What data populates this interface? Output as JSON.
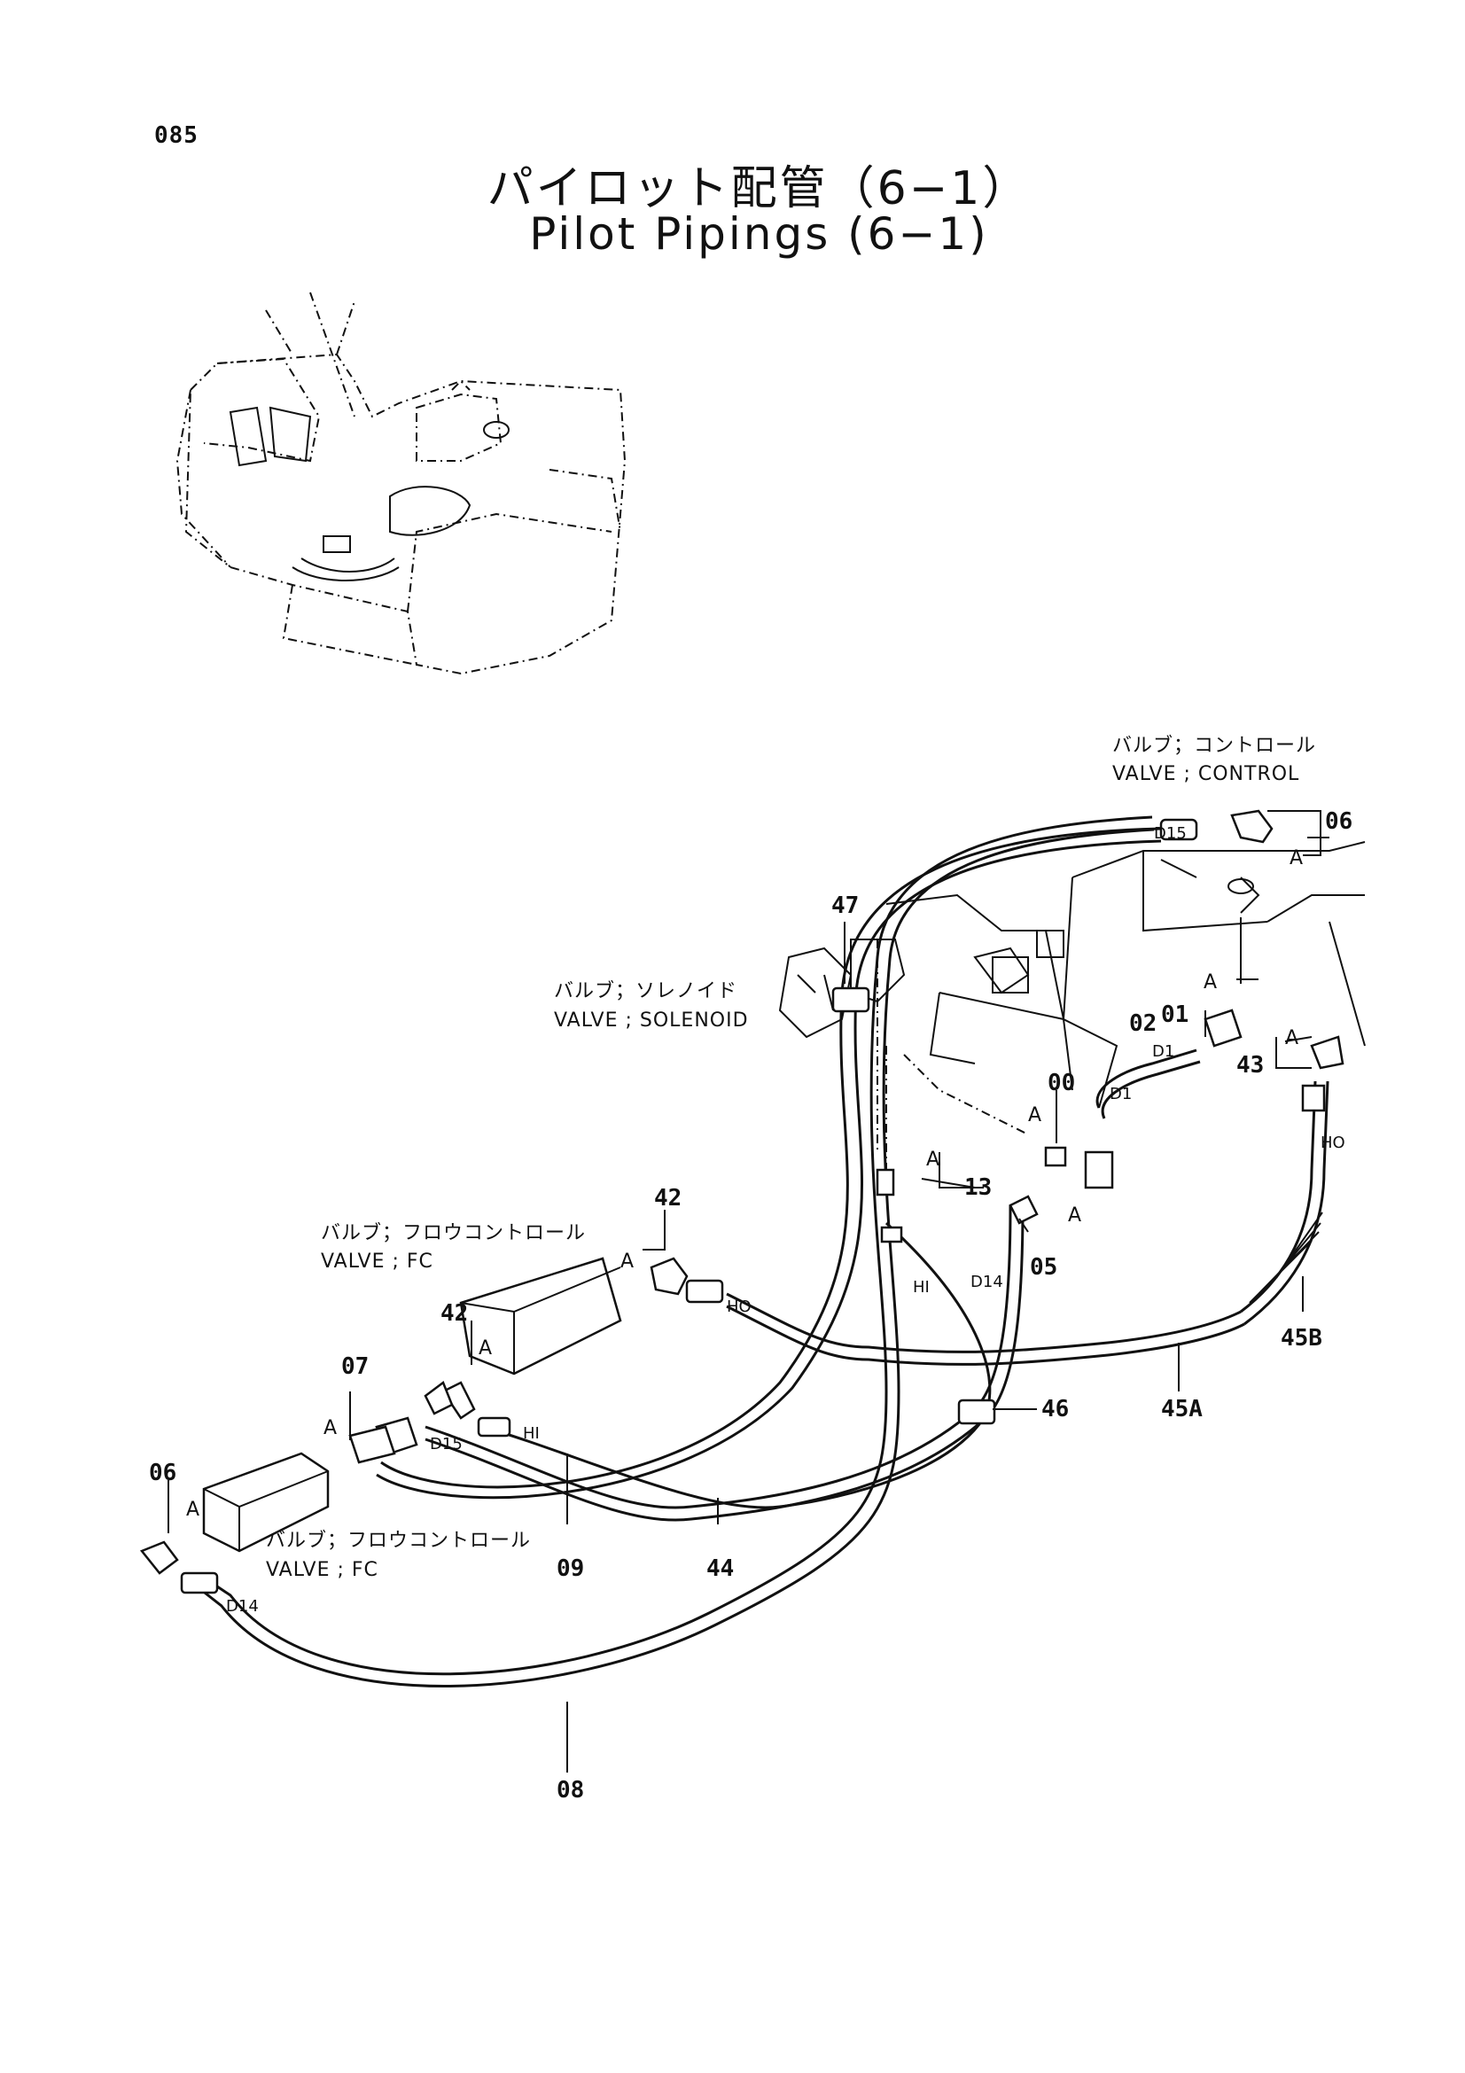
{
  "page_number": "085",
  "title_jp": "パイロット配管（6−1）",
  "title_en": "Pilot Pipings (6−1)",
  "callouts": {
    "valve_control_jp": "バルブ；コントロール",
    "valve_control_en": "VALVE ; CONTROL",
    "valve_solenoid_jp": "バルブ；ソレノイド",
    "valve_solenoid_en": "VALVE ; SOLENOID",
    "valve_fc_upper_jp": "バルブ；フロウコントロール",
    "valve_fc_upper_en": "VALVE ; FC",
    "valve_fc_lower_jp": "バルブ；フロウコントロール",
    "valve_fc_lower_en": "VALVE ; FC"
  },
  "part_numbers": {
    "p06_top": "06",
    "p47": "47",
    "p01": "01",
    "p02": "02",
    "p43": "43",
    "p00": "00",
    "p13": "13",
    "p05": "05",
    "p42_top": "42",
    "p42_mid": "42",
    "p46": "46",
    "p45a": "45A",
    "p45b": "45B",
    "p07": "07",
    "p06_left": "06",
    "p09": "09",
    "p44": "44",
    "p08": "08"
  },
  "marks": {
    "a": "A",
    "d15": "D15",
    "d14": "D14",
    "d1": "D1",
    "hi": "HI",
    "ho": "HO"
  }
}
